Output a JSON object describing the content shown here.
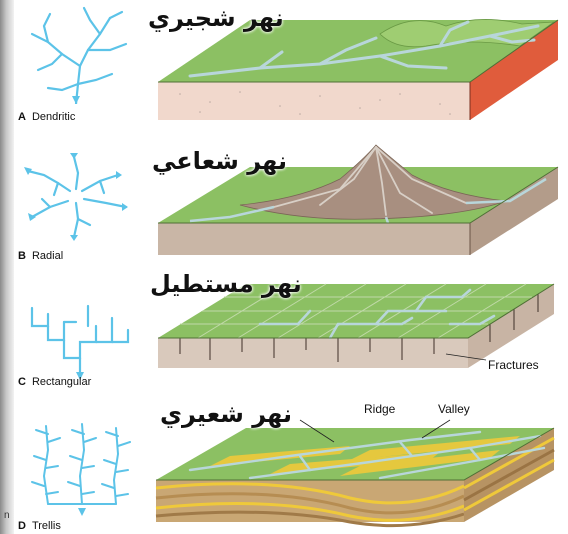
{
  "panels": [
    {
      "letter": "A",
      "english": "Dendritic",
      "arabic": "نهر شجيري"
    },
    {
      "letter": "B",
      "english": "Radial",
      "arabic": "نهر شعاعي"
    },
    {
      "letter": "C",
      "english": "Rectangular",
      "arabic": "نهر مستطيل",
      "callouts": [
        "Fractures"
      ]
    },
    {
      "letter": "D",
      "english": "Trellis",
      "arabic": "نهر شعيري",
      "callouts": [
        "Ridge",
        "Valley"
      ]
    }
  ],
  "stray_mark": "n",
  "colors": {
    "stream": "#5cc3e8",
    "grass": "#8cc063",
    "grass_dark": "#6a9a45",
    "river": "#b8d6da",
    "soil_pink": "#f1d8cc",
    "soil_red": "#e05c3c",
    "rock": "#a88f80",
    "ridge_yellow": "#efc93a"
  },
  "icons": [
    "dendritic-pattern-icon",
    "radial-pattern-icon",
    "rectangular-pattern-icon",
    "trellis-pattern-icon"
  ]
}
